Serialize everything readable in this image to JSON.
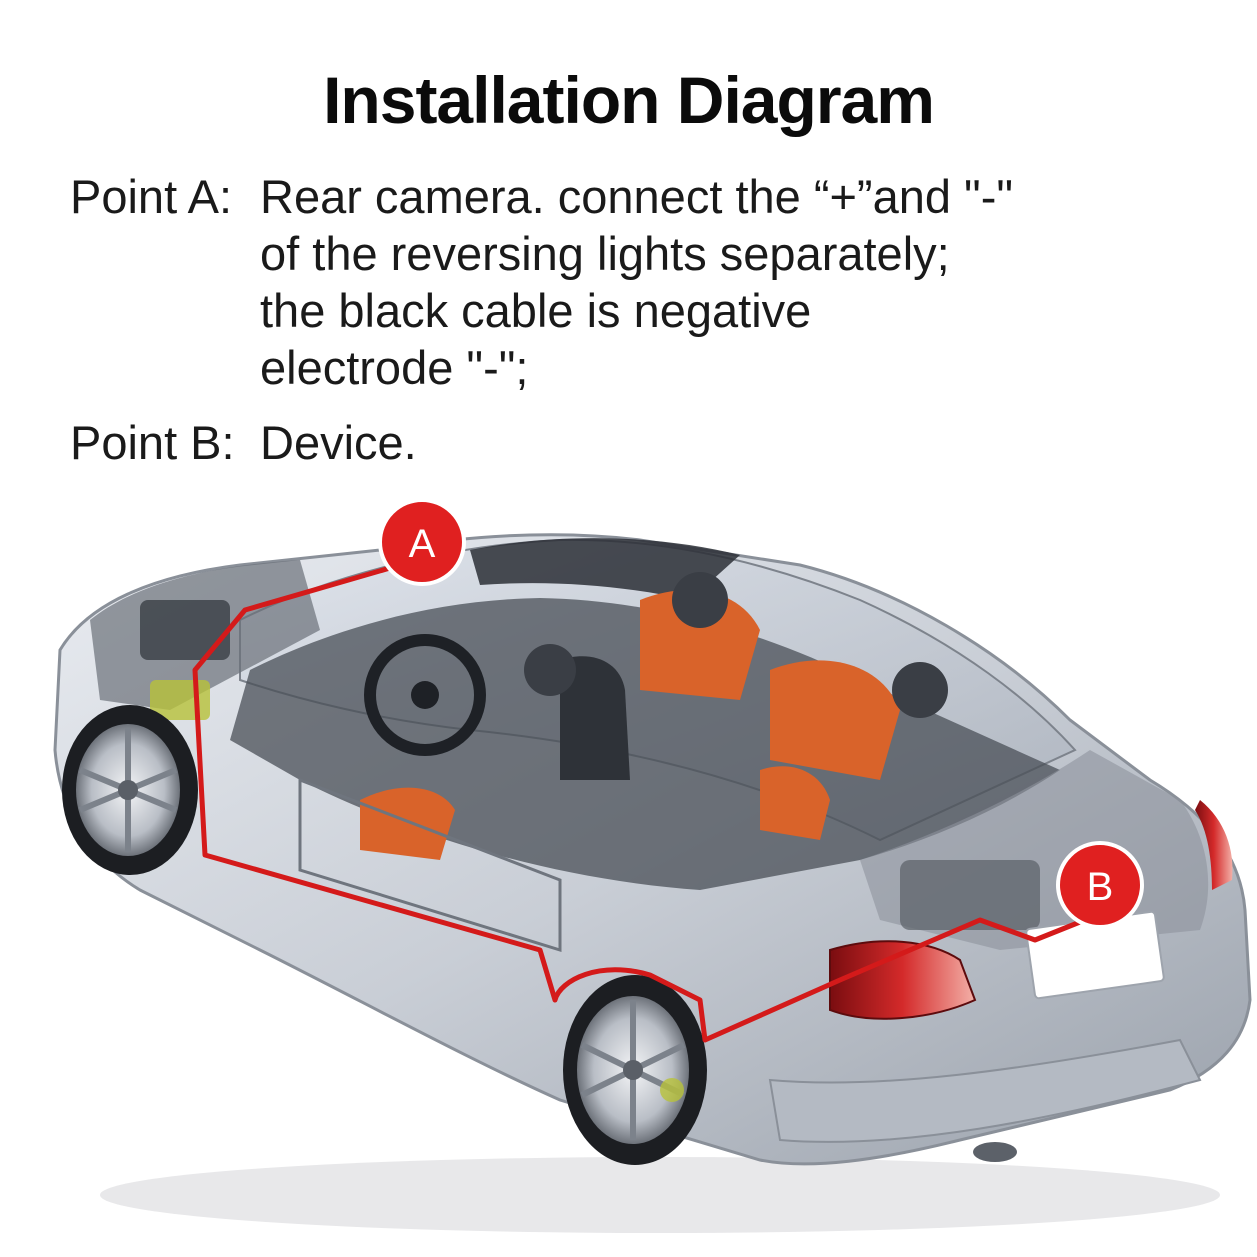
{
  "title": "Installation Diagram",
  "point_a": {
    "label": "Point A:",
    "lines": [
      "Rear camera. connect the “+”and \"-\"",
      "of the reversing lights separately;",
      "the black cable is negative",
      "electrode \"-\";"
    ]
  },
  "point_b": {
    "label": "Point B:",
    "lines": [
      "Device."
    ]
  },
  "markers": {
    "a": "A",
    "b": "B"
  },
  "colors": {
    "cable": "#d41a1a",
    "marker": "#e02020",
    "seat": "#d9632a"
  }
}
